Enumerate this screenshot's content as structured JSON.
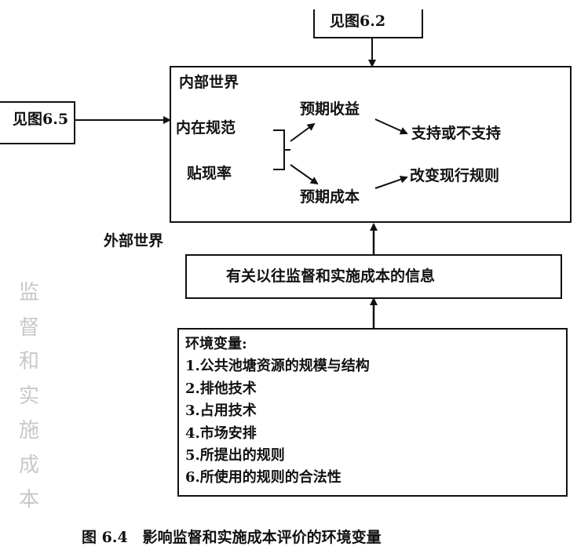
{
  "refs": {
    "top": "见图6.2",
    "left": "见图6.5"
  },
  "inner": {
    "title": "内部世界",
    "norms": "内在规范",
    "discount": "贴现率",
    "benefit": "预期收益",
    "cost": "预期成本",
    "support": "支持或不支持",
    "change": "改变现行规则"
  },
  "outer_label": "外部世界",
  "info_box": "有关以往监督和实施成本的信息",
  "env": {
    "title": "环境变量:",
    "items": [
      "1.公共池塘资源的规模与结构",
      "2.排他技术",
      "3.占用技术",
      "4.市场安排",
      "5.所提出的规则",
      "6.所使用的规则的合法性"
    ]
  },
  "side_text": [
    "监",
    "督",
    "和",
    "实",
    "施",
    "成",
    "本"
  ],
  "caption": "图 6.4　影响监督和实施成本评价的环境变量"
}
